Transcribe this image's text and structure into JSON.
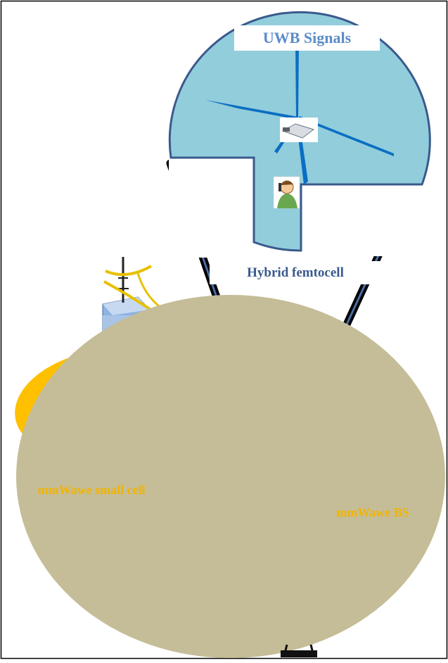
{
  "labels": {
    "uwb_signals": "UWB Signals",
    "hybrid_femtocell": "Hybrid femtocell",
    "mmwave_small_cell": "mmWawe small cell",
    "mmwave_bs": "mmWawe BS"
  },
  "colors": {
    "balloon_fill": "#92cddc",
    "balloon_stroke": "#3a5a8c",
    "signal_blue": "#0a6fc2",
    "big_ellipse": "#c4bd97",
    "small_cell_orange": "#ffc000",
    "uwb_text": "#5b8cc8",
    "hybrid_text": "#3a5a8c",
    "mmwave_text": "#f2b400"
  },
  "icons": [
    "router-icon",
    "phone-user-icon",
    "tower-icon",
    "building-icon"
  ]
}
